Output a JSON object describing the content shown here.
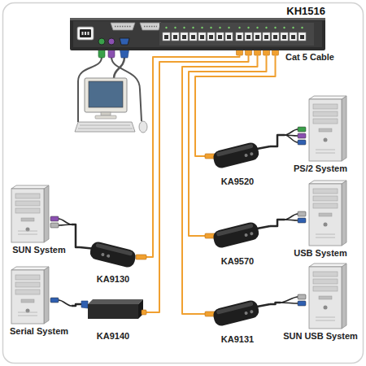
{
  "diagram": {
    "nodes": [
      {
        "text": [
          "KH1516"
        ]
      },
      {
        "text": [
          "KA9520"
        ]
      },
      {
        "text": [
          "PS/2 System"
        ]
      },
      {
        "text": [
          "SUN System"
        ]
      },
      {
        "text": [
          "KA9130"
        ]
      },
      {
        "text": [
          "KA9570"
        ]
      },
      {
        "text": [
          "USB System"
        ]
      },
      {
        "text": [
          "Serial System"
        ]
      },
      {
        "text": [
          "KA9140"
        ]
      },
      {
        "text": [
          "KA9131"
        ]
      },
      {
        "text": [
          "SUN USB System"
        ]
      }
    ],
    "edges": [
      {
        "from": 0,
        "to": 1,
        "arrow": "none"
      },
      {
        "from": 1,
        "to": 2,
        "arrow": "none"
      },
      {
        "from": 0,
        "to": 4,
        "arrow": "none"
      },
      {
        "from": 4,
        "to": 3,
        "arrow": "none"
      },
      {
        "from": 0,
        "to": 5,
        "arrow": "none"
      },
      {
        "from": 5,
        "to": 6,
        "arrow": "none"
      },
      {
        "from": 0,
        "to": 8,
        "arrow": "none"
      },
      {
        "from": 8,
        "to": 7,
        "arrow": "none"
      },
      {
        "from": 0,
        "to": 9,
        "arrow": "none"
      },
      {
        "from": 9,
        "to": 10,
        "arrow": "none"
      }
    ],
    "labels": [
      "Cat 5 Cable"
    ]
  }
}
